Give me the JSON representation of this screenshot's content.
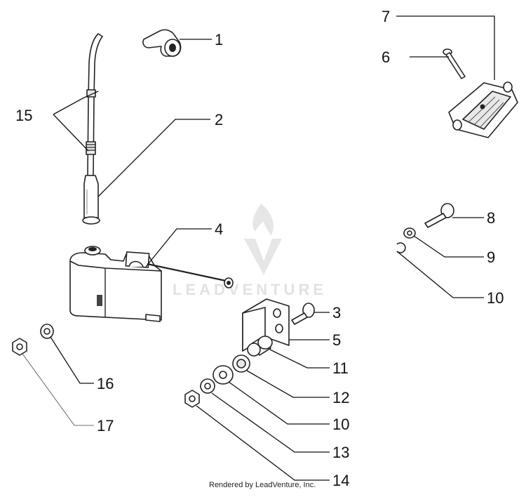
{
  "watermark": {
    "brand": "LEADVENTURE",
    "footer": "Rendered by LeadVenture, Inc."
  },
  "callouts": {
    "c1": "1",
    "c2": "2",
    "c3": "3",
    "c4": "4",
    "c5": "5",
    "c6": "6",
    "c7": "7",
    "c8": "8",
    "c9": "9",
    "c10a": "10",
    "c10b": "10",
    "c11": "11",
    "c12": "12",
    "c13": "13",
    "c14": "14",
    "c15": "15",
    "c16": "16",
    "c17": "17"
  },
  "colors": {
    "ink": "#111111",
    "watermark": "#e2e2e2"
  }
}
